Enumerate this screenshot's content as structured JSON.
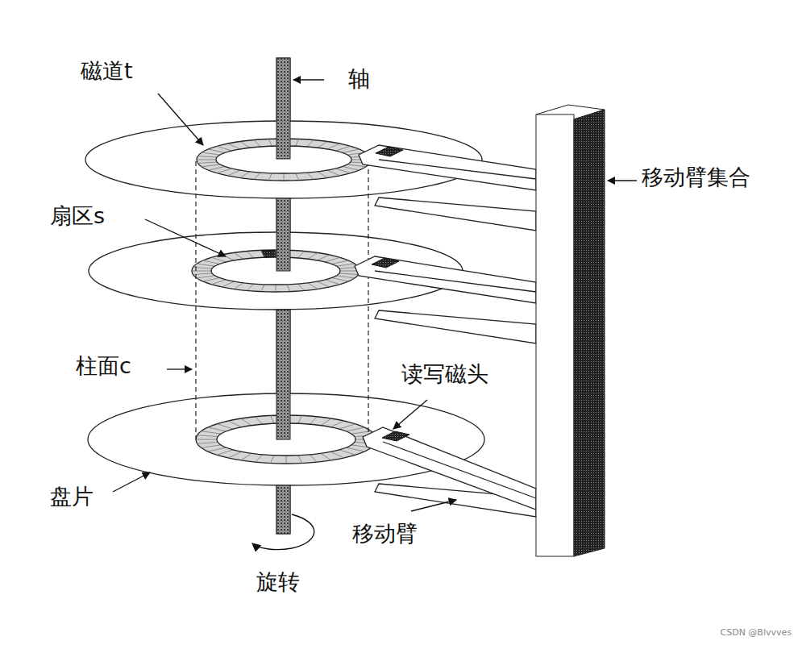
{
  "diagram": {
    "labels": [
      "磁道t",
      "轴",
      "移动臂集合",
      "扇区s",
      "柱面c",
      "读写磁头",
      "盘片",
      "移动臂",
      "旋转",
      "CSDN @Blvvves"
    ]
  }
}
